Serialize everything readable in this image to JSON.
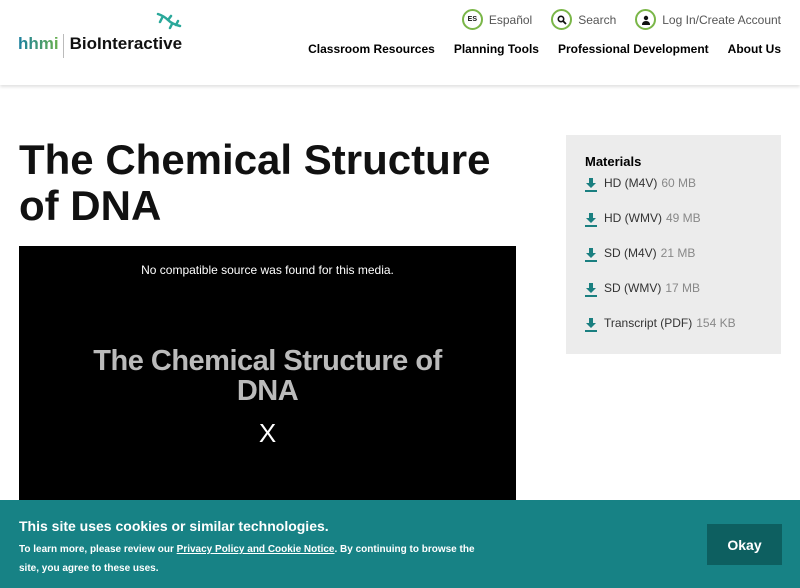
{
  "header": {
    "logo": {
      "hhmi": "hhmi",
      "brand": "BioInteractive"
    },
    "utility": [
      {
        "icon": "es-icon",
        "icon_text": "ES",
        "label": "Español"
      },
      {
        "icon": "search-icon",
        "label": "Search"
      },
      {
        "icon": "user-icon",
        "label": "Log In/Create Account"
      }
    ],
    "nav": [
      "Classroom Resources",
      "Planning Tools",
      "Professional Development",
      "About Us"
    ],
    "accent_color": "#7ab648"
  },
  "page": {
    "title": "The Chemical Structure of DNA"
  },
  "video": {
    "error": "No compatible source was found for this media.",
    "title_card": "The Chemical Structure of DNA",
    "close": "X"
  },
  "materials": {
    "heading": "Materials",
    "items": [
      {
        "label": "HD (M4V)",
        "size": "60 MB"
      },
      {
        "label": "HD (WMV)",
        "size": "49 MB"
      },
      {
        "label": "SD (M4V)",
        "size": "21 MB"
      },
      {
        "label": "SD (WMV)",
        "size": "17 MB"
      },
      {
        "label": "Transcript (PDF)",
        "size": "154 KB"
      }
    ],
    "icon_color": "#1a7f80"
  },
  "cookie": {
    "title": "This site uses cookies or similar technologies.",
    "body_pre": "To learn more, please review our ",
    "link": "Privacy Policy and Cookie Notice",
    "body_post": ". By continuing to browse the site, you agree to these uses.",
    "button": "Okay",
    "bg_color": "#178285"
  }
}
